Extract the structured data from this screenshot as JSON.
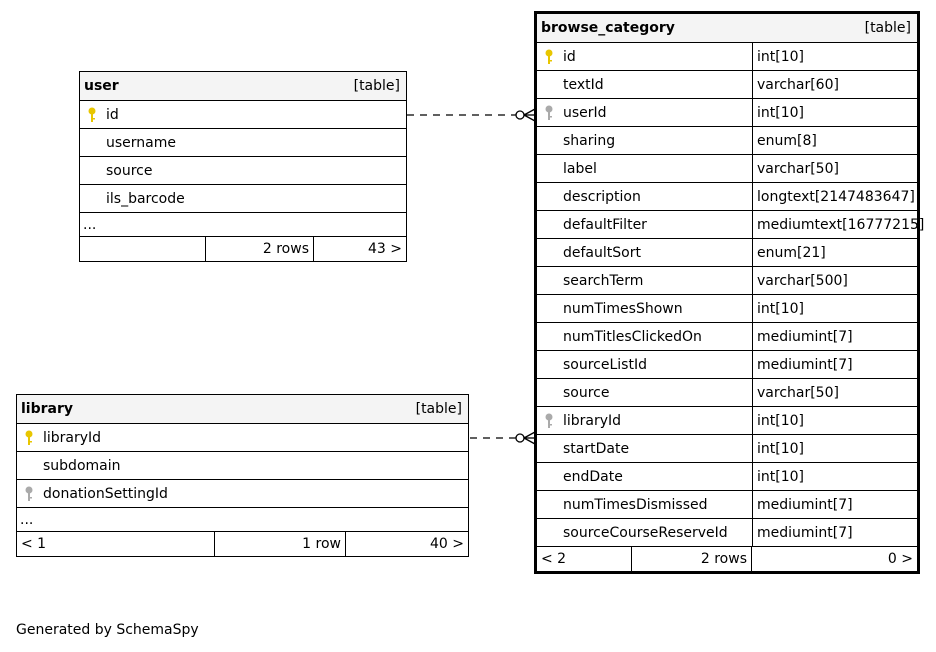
{
  "user": {
    "name": "user",
    "kind": "[table]",
    "columns": [
      "id",
      "username",
      "source",
      "ils_barcode"
    ],
    "more": "...",
    "footer": [
      "",
      "2 rows",
      "43 >"
    ]
  },
  "library": {
    "name": "library",
    "kind": "[table]",
    "columns": [
      "libraryId",
      "subdomain",
      "donationSettingId"
    ],
    "more": "...",
    "footer": [
      "< 1",
      "1 row",
      "40 >"
    ]
  },
  "browse_category": {
    "name": "browse_category",
    "kind": "[table]",
    "columns": [
      {
        "name": "id",
        "type": "int[10]"
      },
      {
        "name": "textId",
        "type": "varchar[60]"
      },
      {
        "name": "userId",
        "type": "int[10]"
      },
      {
        "name": "sharing",
        "type": "enum[8]"
      },
      {
        "name": "label",
        "type": "varchar[50]"
      },
      {
        "name": "description",
        "type": "longtext[2147483647]"
      },
      {
        "name": "defaultFilter",
        "type": "mediumtext[16777215]"
      },
      {
        "name": "defaultSort",
        "type": "enum[21]"
      },
      {
        "name": "searchTerm",
        "type": "varchar[500]"
      },
      {
        "name": "numTimesShown",
        "type": "int[10]"
      },
      {
        "name": "numTitlesClickedOn",
        "type": "mediumint[7]"
      },
      {
        "name": "sourceListId",
        "type": "mediumint[7]"
      },
      {
        "name": "source",
        "type": "varchar[50]"
      },
      {
        "name": "libraryId",
        "type": "int[10]"
      },
      {
        "name": "startDate",
        "type": "int[10]"
      },
      {
        "name": "endDate",
        "type": "int[10]"
      },
      {
        "name": "numTimesDismissed",
        "type": "mediumint[7]"
      },
      {
        "name": "sourceCourseReserveId",
        "type": "mediumint[7]"
      }
    ],
    "footer": [
      "< 2",
      "2 rows",
      "0 >"
    ]
  },
  "generated_by": "Generated by SchemaSpy",
  "colors": {
    "primary_key": "#e8c600",
    "foreign_key": "#aaaaaa",
    "header_bg": "#f4f4f4"
  }
}
